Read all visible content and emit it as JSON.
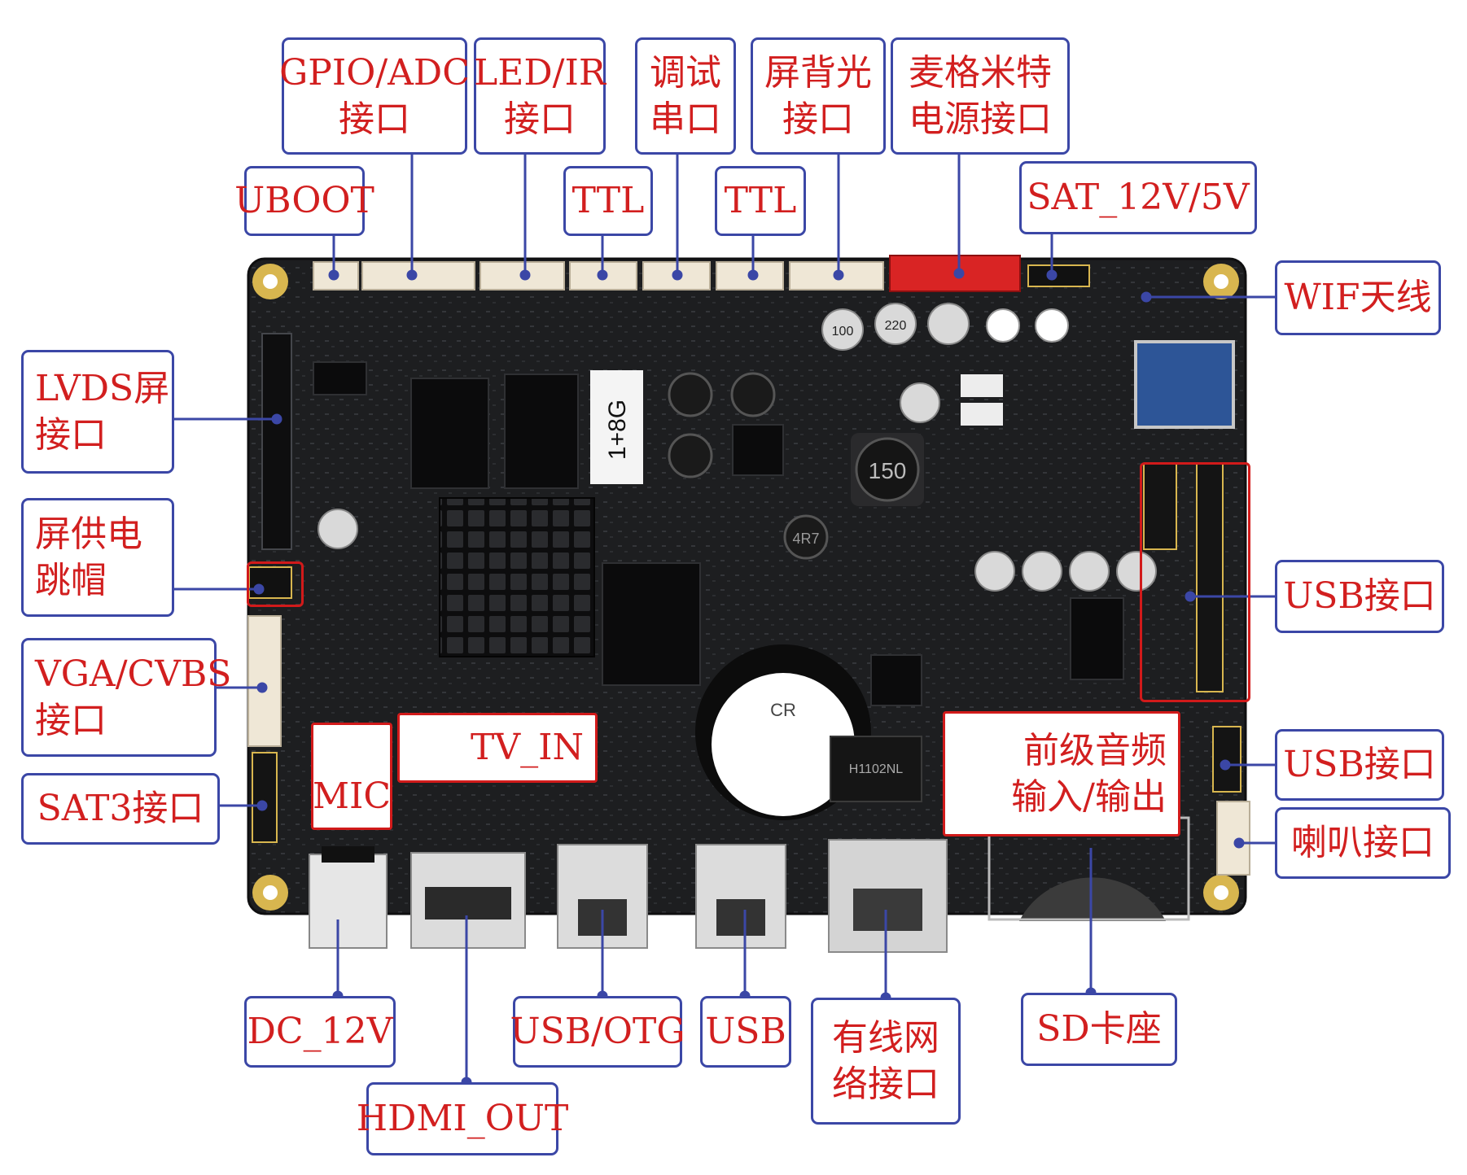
{
  "labels": {
    "gpio_adc": [
      "GPIO/ADC",
      "接口"
    ],
    "led_ir": [
      "LED/IR",
      "接口"
    ],
    "debug_serial": [
      "调试",
      "串口"
    ],
    "backlight": [
      "屏背光",
      "接口"
    ],
    "mic_power": [
      "麦格米特",
      "电源接口"
    ],
    "uboot": "UBOOT",
    "ttl_left": "TTL",
    "ttl_right": "TTL",
    "sat_12v_5v": "SAT_12V/5V",
    "wifi_antenna": "WIF天线",
    "lvds": [
      "LVDS屏",
      "接口"
    ],
    "screen_power_jumper": [
      "屏供电",
      "跳帽"
    ],
    "vga_cvbs": [
      "VGA/CVBS",
      "接口"
    ],
    "sat3": "SAT3接口",
    "usb_right_1": "USB接口",
    "usb_right_2": "USB接口",
    "speaker": "喇叭接口",
    "tv_in": "TV_IN",
    "mic": "MIC",
    "audio_io": [
      "前级音频",
      "输入/输出"
    ],
    "dc_12v": "DC_12V",
    "hdmi_out": "HDMI_OUT",
    "usb_otg": "USB/OTG",
    "usb_bottom": "USB",
    "ethernet": [
      "有线网",
      "络接口"
    ],
    "sd_slot": "SD卡座"
  },
  "board_marks": {
    "memory_label": "1+8G",
    "inductor_150": "150",
    "inductor_4r7": "4R7",
    "cap_100": "100",
    "cap_220": "220",
    "coin_cell": "CR",
    "magnetics": "H1102NL"
  },
  "colors": {
    "label_border": "#3b47a6",
    "label_text": "#d21f1f",
    "leader_line": "#3b47a6",
    "highlight_box": "#d11a1a",
    "pcb": "#1c1c1e",
    "connector": "#efe7d6",
    "power_connector": "#d92424"
  }
}
